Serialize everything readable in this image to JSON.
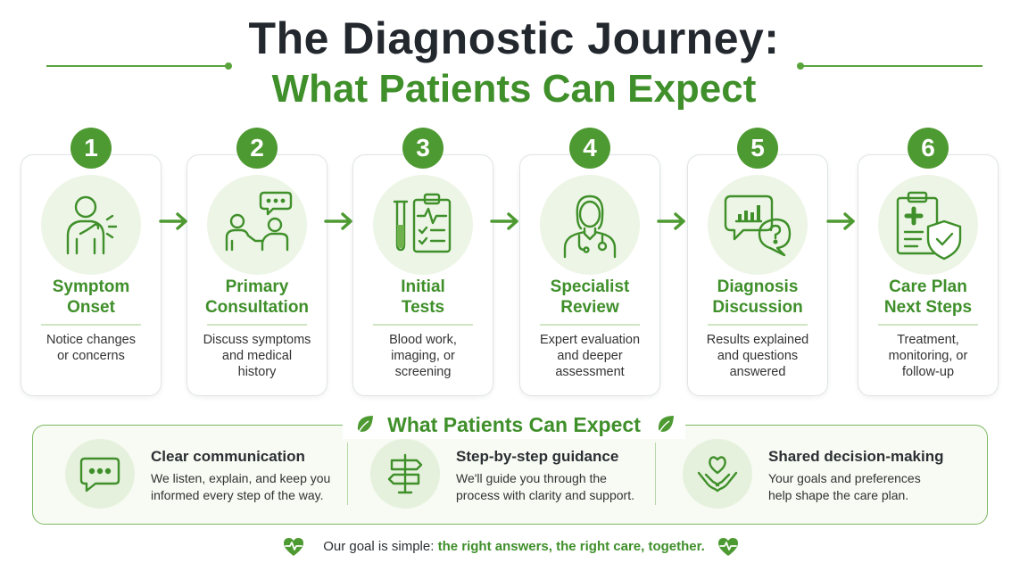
{
  "header": {
    "title_line1": "The Diagnostic Journey:",
    "title_line2": "What Patients Can Expect"
  },
  "steps": [
    {
      "number": "1",
      "title_line1": "Symptom",
      "title_line2": "Onset",
      "desc": [
        "Notice changes",
        "or concerns"
      ],
      "icon": "person-pain-icon"
    },
    {
      "number": "2",
      "title_line1": "Primary",
      "title_line2": "Consultation",
      "desc": [
        "Discuss symptoms",
        "and medical",
        "history"
      ],
      "icon": "consultation-icon"
    },
    {
      "number": "3",
      "title_line1": "Initial",
      "title_line2": "Tests",
      "desc": [
        "Blood work,",
        "imaging, or",
        "screening"
      ],
      "icon": "test-tube-clipboard-icon"
    },
    {
      "number": "4",
      "title_line1": "Specialist",
      "title_line2": "Review",
      "desc": [
        "Expert evaluation",
        "and deeper",
        "assessment"
      ],
      "icon": "doctor-icon"
    },
    {
      "number": "5",
      "title_line1": "Diagnosis",
      "title_line2": "Discussion",
      "desc": [
        "Results explained",
        "and questions",
        "answered"
      ],
      "icon": "chat-chart-question-icon"
    },
    {
      "number": "6",
      "title_line1": "Care Plan",
      "title_line2": "Next Steps",
      "desc": [
        "Treatment,",
        "monitoring, or",
        "follow-up"
      ],
      "icon": "clipboard-shield-icon"
    }
  ],
  "expect": {
    "heading": "What Patients Can Expect",
    "features": [
      {
        "title": "Clear communication",
        "desc": [
          "We listen, explain, and keep you",
          "informed every step of the way."
        ],
        "icon": "chat-bubble-icon"
      },
      {
        "title": "Step-by-step guidance",
        "desc": [
          "We'll guide you through the",
          "process with clarity and support."
        ],
        "icon": "signpost-icon"
      },
      {
        "title": "Shared decision-making",
        "desc": [
          "Your goals and preferences",
          "help shape the care plan."
        ],
        "icon": "hands-heart-icon"
      }
    ]
  },
  "footer": {
    "plain": "Our goal is simple: ",
    "accent": "the right answers, the right care, together."
  },
  "colors": {
    "accent_green": "#3f8f2a",
    "badge_green": "#4e9a32",
    "icon_bg": "#edf5e6",
    "title_dark": "#23282e"
  }
}
